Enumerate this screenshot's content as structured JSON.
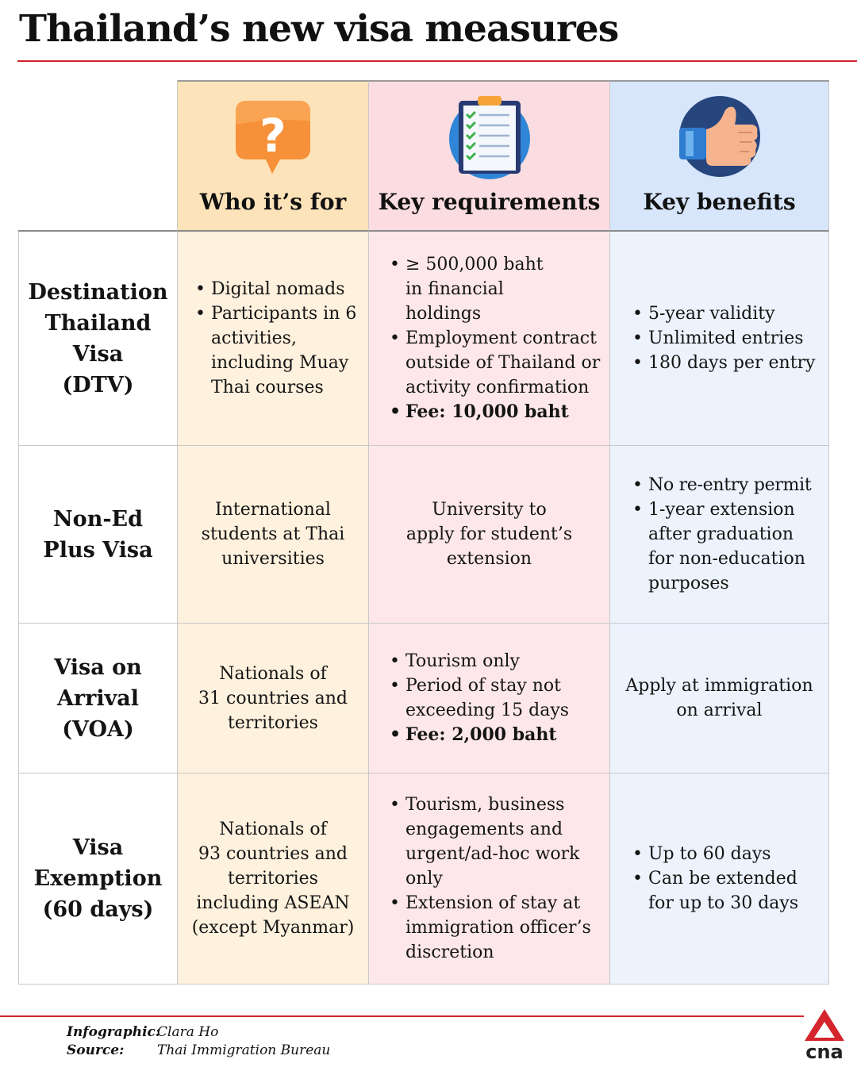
{
  "title": "Thailand’s new visa measures",
  "headers": {
    "who": {
      "label": "Who it’s for",
      "icon": "speech-bubble-question-icon"
    },
    "req": {
      "label": "Key requirements",
      "icon": "checklist-clipboard-icon"
    },
    "ben": {
      "label": "Key benefits",
      "icon": "thumbs-up-icon"
    }
  },
  "rows": [
    {
      "name_lines": [
        "Destination",
        "Thailand",
        "Visa",
        "(DTV)"
      ],
      "who_bullets": [
        "Digital nomads",
        "Participants in 6 activities, including Muay Thai courses"
      ],
      "req_bullets": [
        "≥ 500,000 baht in financial holdings",
        "Employment contract outside of Thailand or activity confirmation",
        "Fee: 10,000 baht"
      ],
      "ben_bullets": [
        "5-year validity",
        "Unlimited entries",
        "180 days per entry"
      ]
    },
    {
      "name_lines": [
        "Non-Ed",
        "Plus Visa"
      ],
      "who_lines": [
        "International",
        "students at Thai",
        "universities"
      ],
      "req_lines": [
        "University to",
        "apply for student’s",
        "extension"
      ],
      "ben_bullets": [
        "No re-entry permit",
        "1-year extension after graduation for non-education purposes"
      ]
    },
    {
      "name_lines": [
        "Visa on",
        "Arrival",
        "(VOA)"
      ],
      "who_lines": [
        "Nationals of",
        "31 countries and",
        "territories"
      ],
      "req_bullets": [
        "Tourism only",
        "Period of stay not exceeding 15 days",
        "Fee: 2,000 baht"
      ],
      "ben_lines": [
        "Apply at immigration",
        "on arrival"
      ]
    },
    {
      "name_lines": [
        "Visa",
        "Exemption",
        "(60 days)"
      ],
      "who_lines": [
        "Nationals of",
        "93 countries and",
        "territories",
        "including ASEAN",
        "(except Myanmar)"
      ],
      "req_bullets": [
        "Tourism, business engagements and urgent/ad-hoc work only",
        "Extension of stay at immigration officer’s discretion"
      ],
      "ben_bullets": [
        "Up to 60 days",
        "Can be extended for up to 30 days"
      ]
    }
  ],
  "footer": {
    "infographic_label": "Infographic:",
    "infographic_value": "Clara Ho",
    "source_label": "Source:",
    "source_value": "Thai Immigration Bureau",
    "logo_text": "cna"
  },
  "colors": {
    "accent_red": "#d4252c",
    "who_header": "#fde3b9",
    "who_cell": "#fef1dd",
    "req_header": "#fbdde1",
    "req_cell": "#fde7ea",
    "ben_header": "#d7e6fb",
    "ben_cell": "#ecf3fd"
  }
}
